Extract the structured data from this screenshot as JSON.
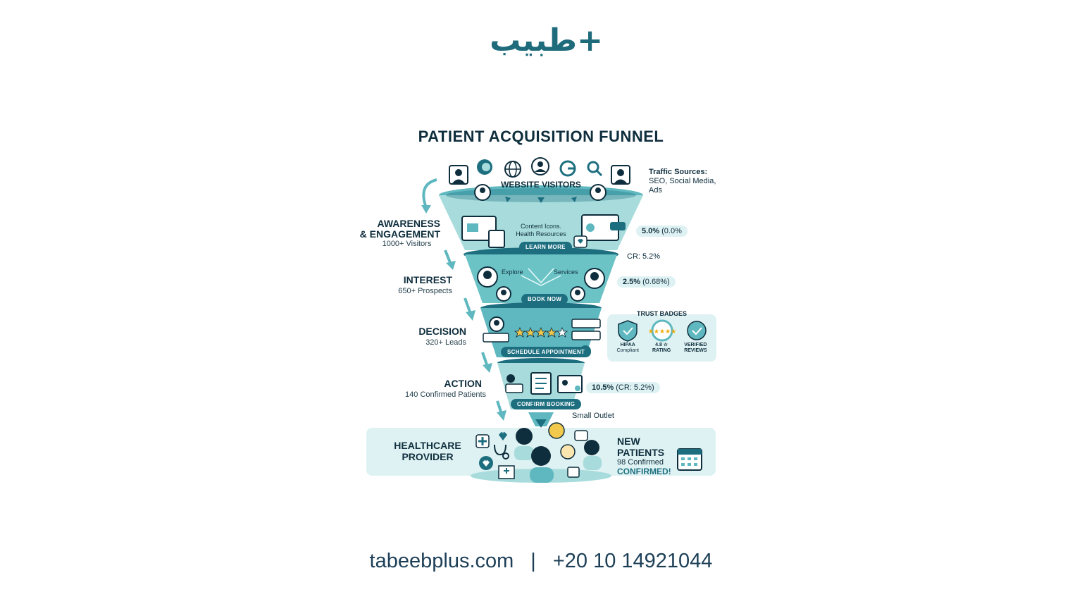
{
  "logo": {
    "text": "طبيب+",
    "color": "#1e6b7c"
  },
  "title": "PATIENT ACQUISITION FUNNEL",
  "top": {
    "heading": "WEBSITE VISITORS",
    "traffic_title": "Traffic Sources:",
    "traffic_line1": "SEO, Social Media,",
    "traffic_line2": "Ads"
  },
  "stages": {
    "awareness": {
      "name_line1": "AWARENESS",
      "name_line2": "& ENGAGEMENT",
      "sub": "1000+ Visitors",
      "inner_line1": "Content Icons.",
      "inner_line2": "Health Resources",
      "button": "LEARN MORE",
      "metric_bold": "5.0%",
      "metric_rest": "(0.0%",
      "cr": "CR: 5.2%"
    },
    "interest": {
      "name": "INTEREST",
      "sub": "650+ Prospects",
      "left_label": "Explore",
      "right_label": "Services",
      "button": "BOOK NOW",
      "metric_bold": "2.5%",
      "metric_rest": "(0.68%)"
    },
    "decision": {
      "name": "DECISION",
      "sub": "320+ Leads",
      "button": "SCHEDULE APPOINTMENT"
    },
    "action": {
      "name": "ACTION",
      "sub": "140 Confirmed Patients",
      "button": "CONFIRM BOOKING",
      "metric_bold": "10.5%",
      "metric_rest": "(CR: 5.2%)",
      "outlet": "Small Outlet"
    }
  },
  "trust": {
    "title": "TRUST BADGES",
    "hipaa_line1": "HIPAA",
    "hipaa_line2": "Compliant",
    "rating_line1": "4.8 ☆",
    "rating_line2": "RATING",
    "verified_line1": "VERIFIED",
    "verified_line2": "REVIEWS"
  },
  "bottom": {
    "provider_line1": "HEALTHCARE",
    "provider_line2": "PROVIDER",
    "new_title": "NEW PATIENTS",
    "new_sub": "98 Confirmed",
    "new_confirmed": "CONFIRMED!"
  },
  "footer": {
    "site": "tabeebplus.com",
    "separator": "|",
    "phone": "+20 10 14921044"
  },
  "colors": {
    "teal_dark": "#1d6f80",
    "teal_mid": "#5fb8bf",
    "teal_light": "#a8dcdc",
    "panel": "#dff2f3",
    "ink": "#0f2e3d"
  },
  "icons": [
    "user-icon",
    "firefox-icon",
    "globe-icon",
    "google-icon",
    "search-icon",
    "arrow-icon",
    "shield-icon",
    "star-icon",
    "calendar-icon",
    "heart-icon",
    "stethoscope-icon"
  ]
}
